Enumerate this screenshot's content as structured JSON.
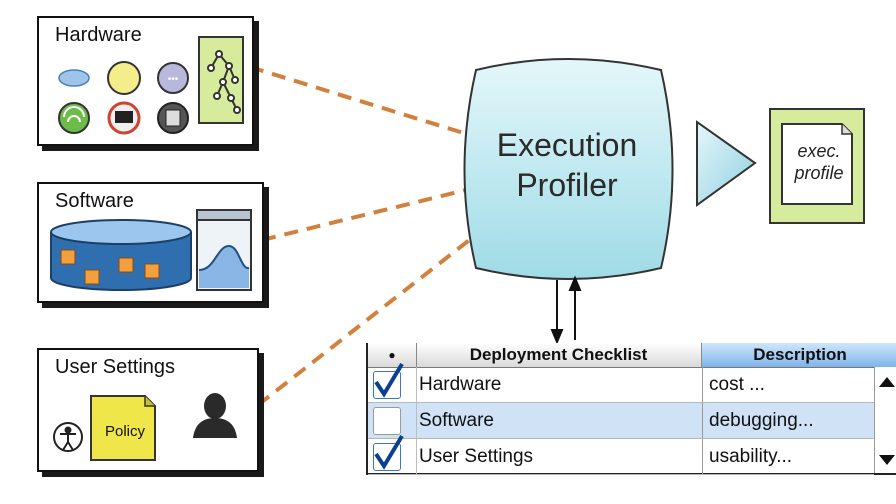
{
  "inputs": {
    "hardware": {
      "title": "Hardware"
    },
    "software": {
      "title": "Software"
    },
    "user_settings": {
      "title": "User Settings",
      "policy_label": "Policy"
    }
  },
  "profiler": {
    "line1": "Execution",
    "line2": "Profiler"
  },
  "output": {
    "line1": "exec.",
    "line2": "profile"
  },
  "checklist": {
    "header_bullet": "●",
    "header_name": "Deployment Checklist",
    "header_desc": "Description",
    "rows": [
      {
        "checked": true,
        "name": "Hardware",
        "desc": "cost ..."
      },
      {
        "checked": false,
        "name": "Software",
        "desc": "debugging..."
      },
      {
        "checked": true,
        "name": "User Settings",
        "desc": "usability..."
      }
    ]
  },
  "colors": {
    "connector": "#d2813c",
    "profiler_fill": "#bfe9f0",
    "accent_green": "#cfe6a4",
    "checklist_header": "#8fbfee",
    "selected_row": "#cfe2f6"
  }
}
